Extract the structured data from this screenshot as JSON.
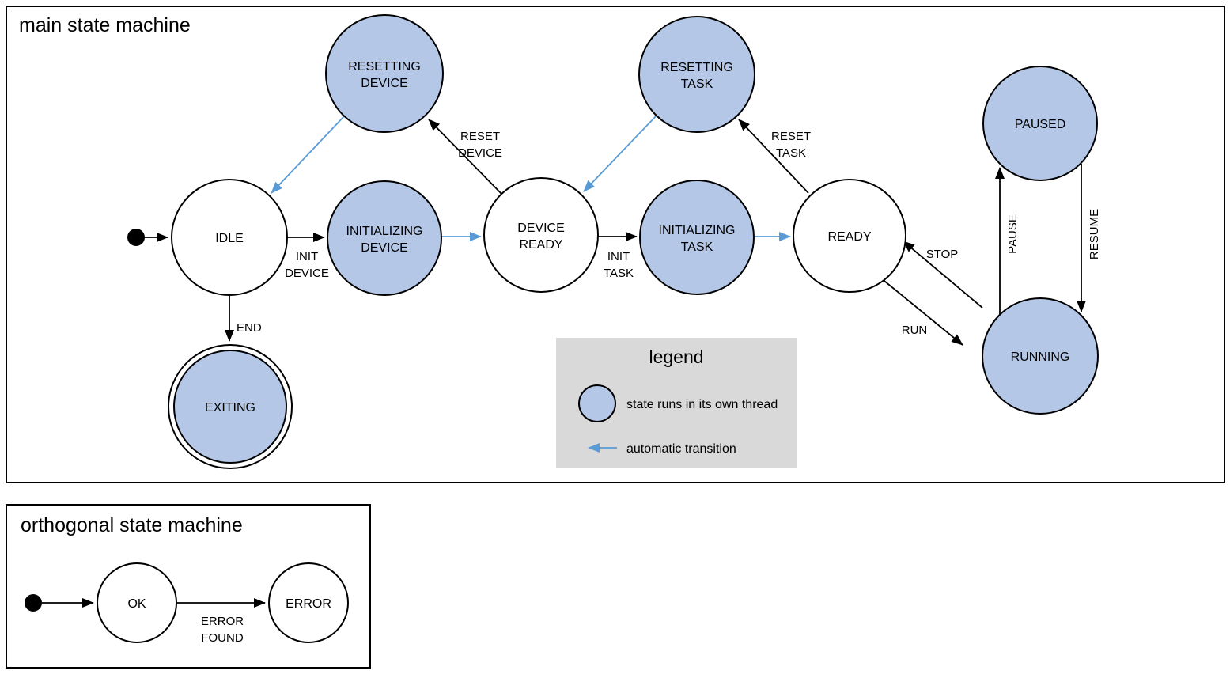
{
  "colors": {
    "thread_fill": "#b4c7e7",
    "auto_arrow": "#5b9bd5",
    "legend_bg": "#d9d9d9",
    "line": "#000000"
  },
  "main": {
    "title": "main state machine",
    "states": {
      "idle": {
        "label": "IDLE"
      },
      "resetting_device": {
        "line1": "RESETTING",
        "line2": "DEVICE"
      },
      "initializing_device": {
        "line1": "INITIALIZING",
        "line2": "DEVICE"
      },
      "device_ready": {
        "line1": "DEVICE",
        "line2": "READY"
      },
      "resetting_task": {
        "line1": "RESETTING",
        "line2": "TASK"
      },
      "initializing_task": {
        "line1": "INITIALIZING",
        "line2": "TASK"
      },
      "ready": {
        "label": "READY"
      },
      "paused": {
        "label": "PAUSED"
      },
      "running": {
        "label": "RUNNING"
      },
      "exiting": {
        "label": "EXITING"
      }
    },
    "transitions": {
      "init_device": {
        "line1": "INIT",
        "line2": "DEVICE"
      },
      "reset_device": {
        "line1": "RESET",
        "line2": "DEVICE"
      },
      "init_task": {
        "line1": "INIT",
        "line2": "TASK"
      },
      "reset_task": {
        "line1": "RESET",
        "line2": "TASK"
      },
      "end": {
        "label": "END"
      },
      "run": {
        "label": "RUN"
      },
      "stop": {
        "label": "STOP"
      },
      "pause": {
        "label": "PAUSE"
      },
      "resume": {
        "label": "RESUME"
      }
    }
  },
  "legend": {
    "title": "legend",
    "thread_label": "state runs in its own thread",
    "auto_label": "automatic transition"
  },
  "orthogonal": {
    "title": "orthogonal state machine",
    "states": {
      "ok": {
        "label": "OK"
      },
      "error": {
        "label": "ERROR"
      }
    },
    "transitions": {
      "error_found": {
        "line1": "ERROR",
        "line2": "FOUND"
      }
    }
  }
}
